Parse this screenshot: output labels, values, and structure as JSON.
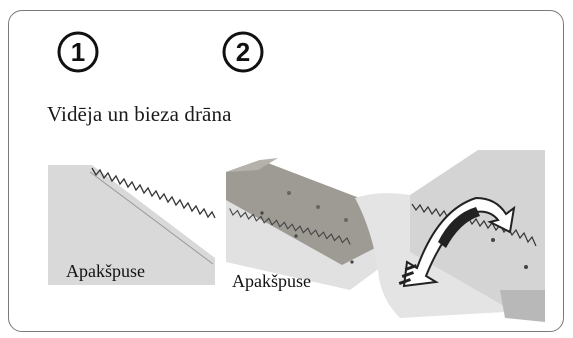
{
  "steps": {
    "first": "1",
    "second": "2"
  },
  "heading": "Vidēja un bieza drāna",
  "captions": {
    "left": "Apakšpuse",
    "middle": "Apakšpuse"
  },
  "colors": {
    "border": "#7a7a7a",
    "fabric_light": "#d9d9d9",
    "fabric_dark": "#9e9a94",
    "arrow": "#222222"
  },
  "icons": {
    "step_marker": "circled-number-icon",
    "fold_arrow": "curved-arrow-icon"
  }
}
